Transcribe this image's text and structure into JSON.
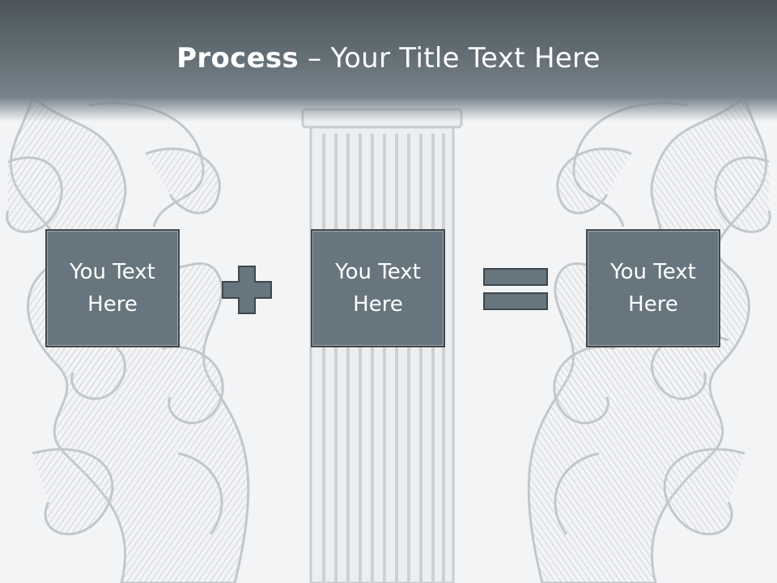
{
  "slide": {
    "title_bold": "Process",
    "title_rest": " – Your Title Text Here",
    "boxes": [
      {
        "text": "You Text Here"
      },
      {
        "text": "You Text Here"
      },
      {
        "text": "You Text Here"
      }
    ],
    "operators": [
      "plus-icon",
      "equals-icon"
    ],
    "colors": {
      "title_bar": "#4c555c",
      "box_fill": "#67767e",
      "box_border": "#3f474d",
      "background": "#f3f4f6",
      "ornament": "#c9ccd0"
    }
  }
}
